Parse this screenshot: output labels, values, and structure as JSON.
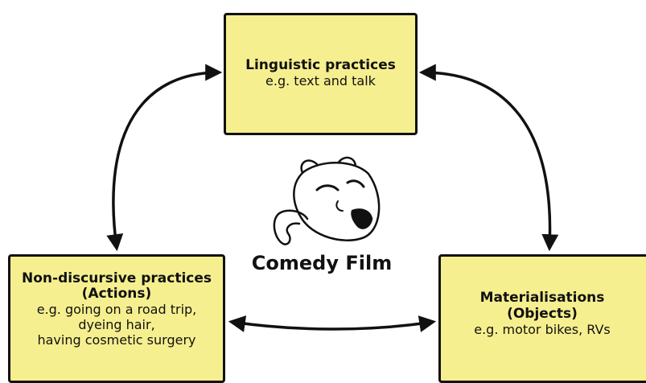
{
  "colors": {
    "box_fill": "#f6ef8f",
    "stroke": "#111111",
    "background": "#ffffff"
  },
  "nodes": {
    "top": {
      "title": "Linguistic practices",
      "example": "e.g. text and talk"
    },
    "left": {
      "title_line1": "Non-discursive practices",
      "title_line2": "(Actions)",
      "example_line1": "e.g. going on a road trip,",
      "example_line2": "dyeing hair,",
      "example_line3": "having cosmetic surgery"
    },
    "right": {
      "title_line1": "Materialisations",
      "title_line2": "(Objects)",
      "example": "e.g. motor bikes, RVs"
    }
  },
  "center": {
    "label": "Comedy Film",
    "icon": "comedy-mask-icon"
  }
}
